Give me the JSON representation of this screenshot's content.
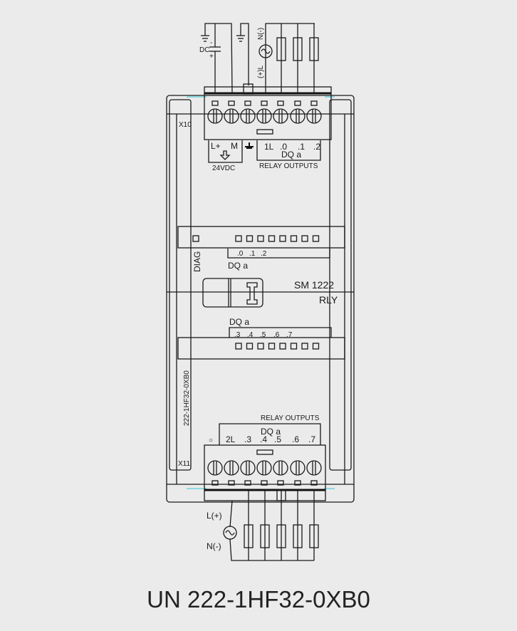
{
  "title": "UN 222-1HF32-0XB0",
  "module": {
    "name": "SM 1222",
    "type": "RLY",
    "order_number": "222-1HF32-0XB0",
    "diag_label": "DIAG",
    "connector_top": "X10",
    "connector_bottom": "X11"
  },
  "top": {
    "dc_label": "DC",
    "minus": "-",
    "plus": "+",
    "source_plus_label": "(+)L",
    "source_minus_label": "N(-)",
    "power_terminals": [
      "L+",
      "M"
    ],
    "power_label": "24VDC",
    "output_terminals": [
      "1L",
      ".0",
      ".1",
      ".2"
    ],
    "group_label": "DQ a",
    "outputs_label": "RELAY  OUTPUTS"
  },
  "leds": {
    "upper_labels": [
      ".0",
      ".1",
      ".2"
    ],
    "upper_group": "DQ a",
    "lower_labels": [
      ".3",
      ".4",
      ".5",
      ".6",
      ".7"
    ],
    "lower_group": "DQ a"
  },
  "bottom": {
    "outputs_label": "RELAY OUTPUTS",
    "group_label": "DQ a",
    "unused_marker": "○",
    "terminals": [
      "2L",
      ".3",
      ".4",
      ".5",
      ".6",
      ".7"
    ],
    "source_plus_label": "L(+)",
    "source_minus_label": "N(-)"
  },
  "colors": {
    "background": "#ebebeb",
    "line": "#1a1a1a",
    "accent": "#6fd3e0"
  }
}
